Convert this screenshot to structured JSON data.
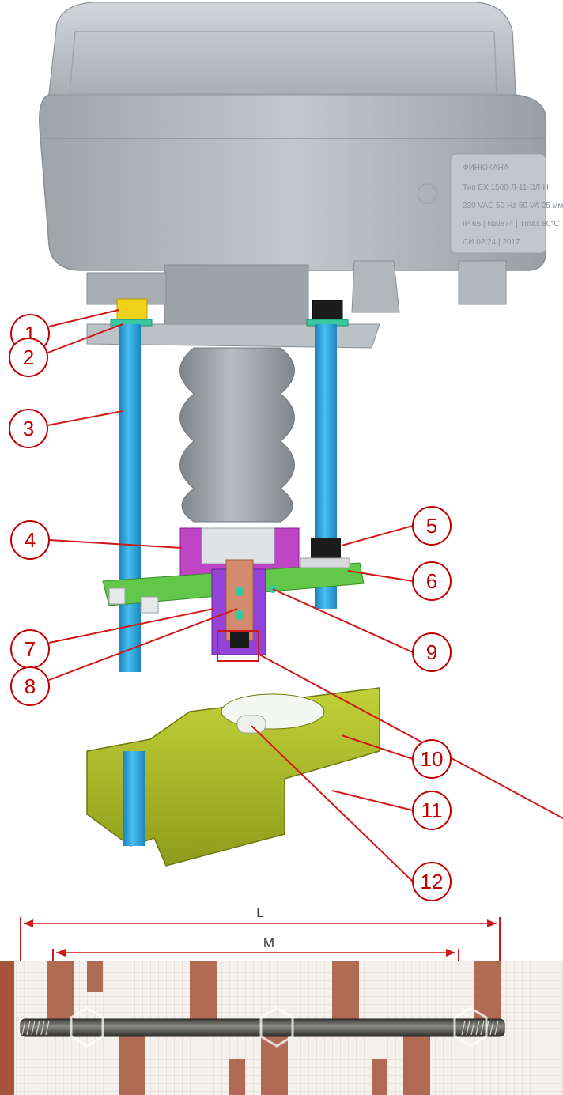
{
  "colors": {
    "housing": "#b4b9be",
    "rod": "#2aa4dd",
    "nut_yellow": "#f0d21a",
    "washer_green": "#39c8a0",
    "bellows": "#9aa0a6",
    "coupling_magenta": "#c044c6",
    "plate_green": "#62c84a",
    "sleeve_copper": "#d48a6c",
    "sleeve_purple": "#9442d8",
    "bracket_olive": "#a8b82a",
    "band_black": "#1c1c1c",
    "callout": "#c00000",
    "dimension": "#d01818",
    "ruler_brown": "#a6543a"
  },
  "icons": {
    "housing": "actuator-housing-icon",
    "ruler": "measured-rod-photo-icon"
  },
  "housing": {
    "brand": "ФИНЮКАНА",
    "label_lines": [
      "Тип ЕХ 1500-Л-11-ЭЛ-Н",
      "230 VAC  50 Hz  50 VA  25 мм",
      "IP 65  |  №0874  |  Тmax 80°C",
      "СИ  02/24  |  2017"
    ]
  },
  "callouts": [
    {
      "number": "1"
    },
    {
      "number": "2"
    },
    {
      "number": "3"
    },
    {
      "number": "4"
    },
    {
      "number": "5"
    },
    {
      "number": "6"
    },
    {
      "number": "7"
    },
    {
      "number": "8"
    },
    {
      "number": "9"
    },
    {
      "number": "10"
    },
    {
      "number": "11"
    },
    {
      "number": "12"
    }
  ],
  "dimensions": {
    "overall_label": "L",
    "thread_label": "M"
  }
}
